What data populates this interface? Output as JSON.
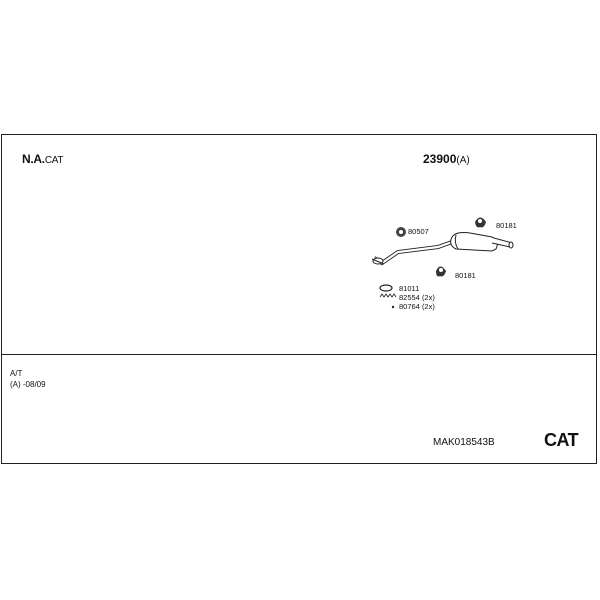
{
  "header": {
    "model": "N.A.",
    "model_suffix": "CAT",
    "part_number": "23900",
    "part_suffix": "(A)"
  },
  "diagram": {
    "parts": [
      {
        "id": "80507",
        "label": "80507"
      },
      {
        "id": "80181a",
        "label": "80181"
      },
      {
        "id": "80181b",
        "label": "80181"
      },
      {
        "id": "81011",
        "label": "81011"
      },
      {
        "id": "82554",
        "label": "82554 (2x)"
      },
      {
        "id": "80764",
        "label": "80764 (2x)"
      }
    ]
  },
  "notes": {
    "line1": "A/T",
    "line2": "(A) -08/09"
  },
  "footer": {
    "article": "MAK018543B",
    "badge": "CAT"
  }
}
